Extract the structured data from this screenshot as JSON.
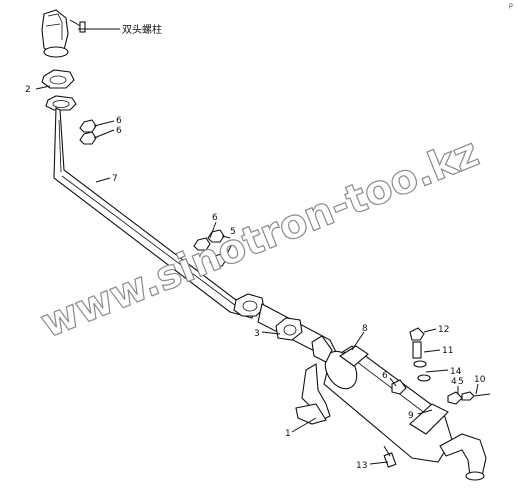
{
  "diagram": {
    "stud_label": "双头螺柱",
    "corner_mark": "p",
    "watermark": "www.sinotron-too.kz",
    "callouts": [
      {
        "id": "c-2",
        "text": "2"
      },
      {
        "id": "c-6a",
        "text": "6"
      },
      {
        "id": "c-6b",
        "text": "6"
      },
      {
        "id": "c-7",
        "text": "7"
      },
      {
        "id": "c-6c",
        "text": "6"
      },
      {
        "id": "c-5",
        "text": "5"
      },
      {
        "id": "c-3",
        "text": "3"
      },
      {
        "id": "c-8",
        "text": "8"
      },
      {
        "id": "c-12",
        "text": "12"
      },
      {
        "id": "c-11",
        "text": "11"
      },
      {
        "id": "c-14",
        "text": "14"
      },
      {
        "id": "c-6d",
        "text": "6"
      },
      {
        "id": "c-4",
        "text": "4"
      },
      {
        "id": "c-15",
        "text": "5"
      },
      {
        "id": "c-10",
        "text": "10"
      },
      {
        "id": "c-9",
        "text": "9"
      },
      {
        "id": "c-1",
        "text": "1"
      },
      {
        "id": "c-13",
        "text": "13"
      }
    ]
  }
}
